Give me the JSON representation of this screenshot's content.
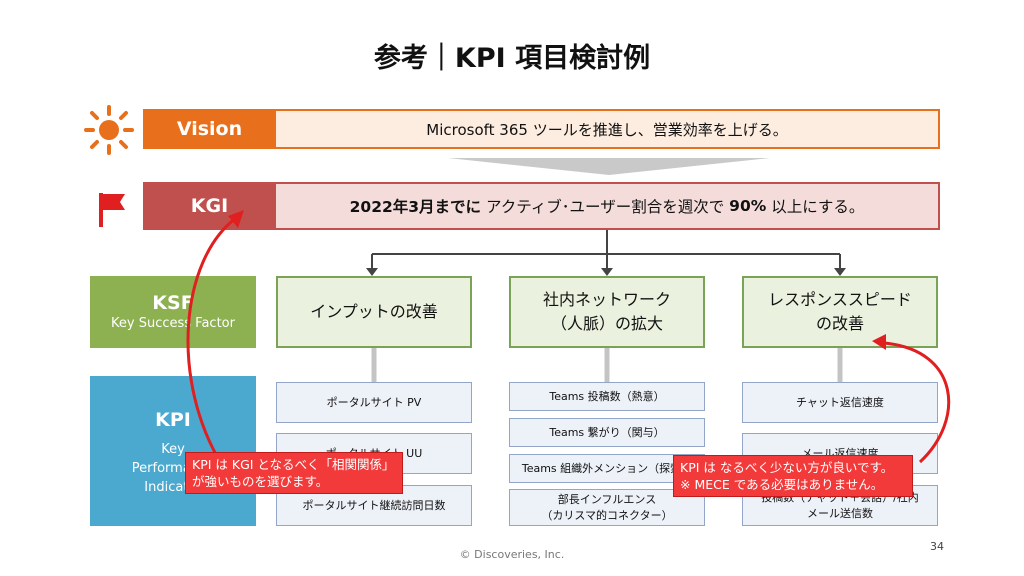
{
  "title": "参考｜KPI 項目検討例",
  "vision": {
    "label": "Vision",
    "text": "Microsoft 365 ツールを推進し、営業効率を上げる。"
  },
  "kgi": {
    "label": "KGI",
    "text_bold": "2022年3月までに",
    "text_mid": " アクティブ･ユーザー割合を週次で ",
    "text_pct": "90%",
    "text_end": " 以上にする。"
  },
  "ksf": {
    "title": "KSF",
    "subtitle": "Key Success Factor"
  },
  "kpi": {
    "title": "KPI",
    "subtitle": "Key\nPerformance\nIndicator"
  },
  "factors": [
    "インプットの改善",
    "社内ネットワーク\n（人脈）の拡大",
    "レスポンススピード\nの改善"
  ],
  "kpi_columns": [
    [
      "ポータルサイト PV",
      "ポータルサイト UU",
      "ポータルサイト継続訪問日数"
    ],
    [
      "Teams 投稿数（熱意）",
      "Teams 繋がり（関与）",
      "Teams 組織外メンション（探索）",
      "部長インフルエンス\n（カリスマ的コネクター）"
    ],
    [
      "チャット返信速度",
      "メール返信速度",
      "投稿数（チャット＋会話）/社内\nメール送信数"
    ]
  ],
  "notes": {
    "left": "KPI は KGI となるべく「相関関係」\nが強いものを選びます。",
    "right": "KPI は なるべく少ない方が良いです。\n※ MECE である必要はありません。"
  },
  "footer": {
    "copyright": "© Discoveries, Inc.",
    "page": "34"
  },
  "colors": {
    "vision": "#e8701c",
    "kgi": "#c0504d",
    "ksf": "#8db050",
    "kpi": "#4ba9cf",
    "note": "#f23a3a"
  },
  "icons": {
    "vision": "sun-icon",
    "kgi": "flag-icon"
  }
}
